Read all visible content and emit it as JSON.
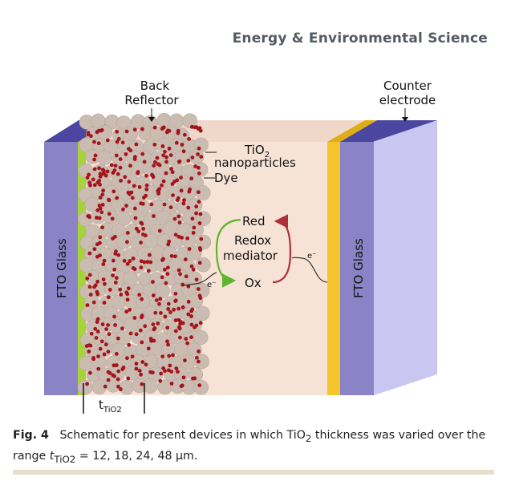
{
  "journal": "Energy & Environmental Science",
  "labels": {
    "back_reflector_1": "Back",
    "back_reflector_2": "Reflector",
    "counter_1": "Counter",
    "counter_2": "electrode",
    "tio2": "TiO",
    "tio2_sub": "2",
    "nanoparticles": "nanoparticles",
    "dye": "Dye",
    "red": "Red",
    "redox_1": "Redox",
    "redox_2": "mediator",
    "ox": "Ox",
    "electron_1": "e⁻",
    "electron_2": "e⁻",
    "fto_left": "FTO Glass",
    "fto_right": "FTO Glass",
    "thickness": "t",
    "thickness_sub": "TiO2"
  },
  "caption": {
    "fig": "Fig. 4",
    "text_1": "Schematic for present devices in which TiO",
    "sub_1": "2",
    "text_2": " thickness was varied over the range ",
    "t": "t",
    "t_sub": "TiO2",
    "text_3": " = 12, 18, 24, 48 μm."
  },
  "colors": {
    "fto_front": "#8a83c6",
    "fto_side": "#c9c6f1",
    "fto_top": "#4b46a0",
    "reflector": "#a7d33a",
    "counter_electrode": "#f5c62c",
    "electrolyte": "#f7e3d6",
    "tio2_particle": "#cbbcb2",
    "dye_dot": "#a3151c",
    "red_arrow": "#b0303a",
    "green_arrow": "#5fb32e"
  }
}
